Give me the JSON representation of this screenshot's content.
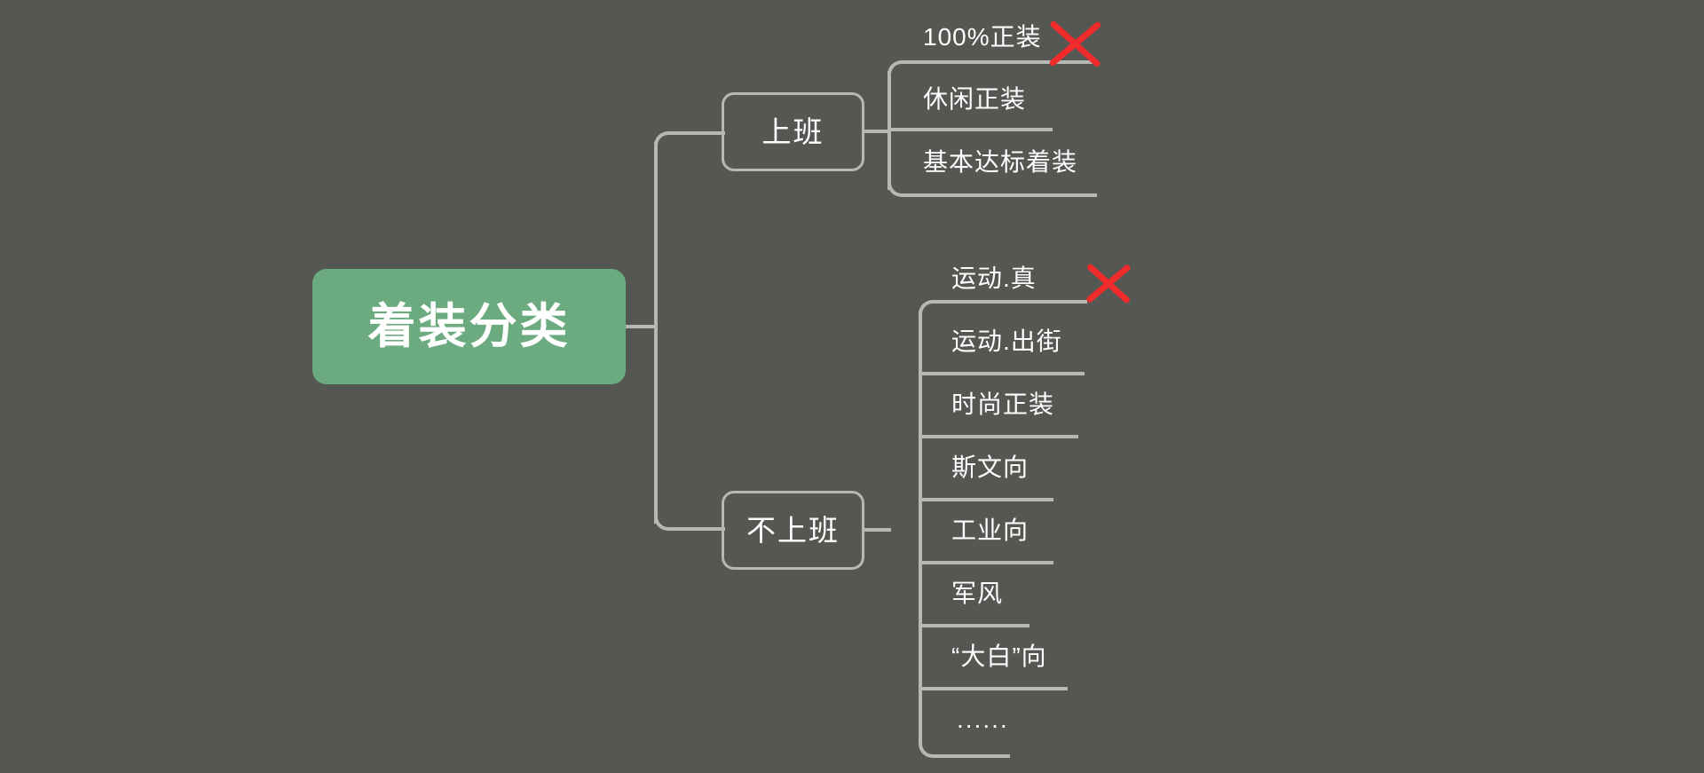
{
  "diagram": {
    "title": "着装分类",
    "type": "mindmap",
    "background_color": "#555753",
    "root": {
      "label": "着装分类",
      "fill_color": "#6cab80",
      "text_color": "#ffffff"
    },
    "connector_color": "#b7b7b4",
    "mark_color": "#f02b2b",
    "branches": [
      {
        "label": "上班",
        "children": [
          {
            "label": "100%正装",
            "marked_x": true
          },
          {
            "label": "休闲正装",
            "marked_x": false
          },
          {
            "label": "基本达标着装",
            "marked_x": false
          }
        ]
      },
      {
        "label": "不上班",
        "children": [
          {
            "label": "运动.真",
            "marked_x": true
          },
          {
            "label": "运动.出街",
            "marked_x": false
          },
          {
            "label": "时尚正装",
            "marked_x": false
          },
          {
            "label": "斯文向",
            "marked_x": false
          },
          {
            "label": "工业向",
            "marked_x": false
          },
          {
            "label": "军风",
            "marked_x": false
          },
          {
            "label": "“大白”向",
            "marked_x": false
          },
          {
            "label": "......",
            "marked_x": false
          }
        ]
      }
    ]
  }
}
